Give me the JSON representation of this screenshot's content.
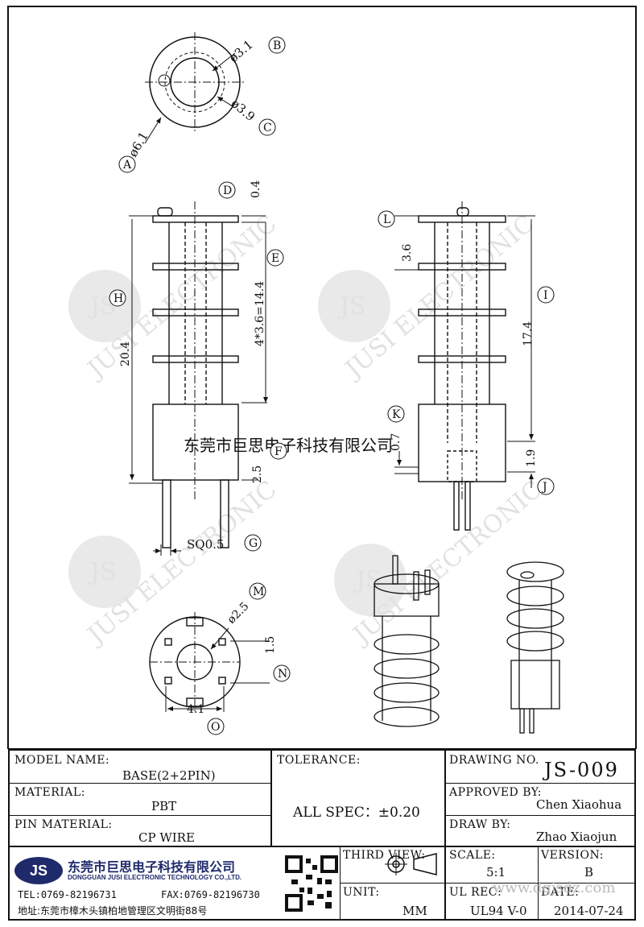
{
  "drawing": {
    "labels": {
      "A": "A",
      "B": "B",
      "C": "C",
      "D": "D",
      "E": "E",
      "F": "F",
      "G": "G",
      "H": "H",
      "I": "I",
      "J": "J",
      "K": "K",
      "L": "L",
      "M": "M",
      "N": "N",
      "O": "O"
    },
    "dims": {
      "d_a": "ø6.1",
      "d_b": "ø3.1",
      "d_c": "ø3.9",
      "d_d": "0.4",
      "d_e": "4*3.6=14.4",
      "d_f": "2.5",
      "d_g": "SQ0.5",
      "d_h": "20.4",
      "d_i": "17.4",
      "d_j": "1.9",
      "d_k": "0.7",
      "d_l": "3.6",
      "d_m": "ø2.5",
      "d_n": "1.5",
      "d_o": "4.1"
    },
    "watermark_brand": "JS",
    "watermark_text": "JUSI ELECTRONIC",
    "watermark_cn": "东莞市巨思电子科技有限公司"
  },
  "title_block": {
    "model_name_label": "MODEL NAME:",
    "model_name": "BASE(2+2PIN)",
    "material_label": "MATERIAL:",
    "material": "PBT",
    "pin_material_label": "PIN MATERIAL:",
    "pin_material": "CP WIRE",
    "tolerance_label": "TOLERANCE:",
    "tolerance": "ALL SPEC：±0.20",
    "drawing_no_label": "DRAWING NO.",
    "drawing_no": "JS-009",
    "approved_by_label": "APPROVED BY:",
    "approved_by": "Chen Xiaohua",
    "draw_by_label": "DRAW BY:",
    "draw_by": "Zhao Xiaojun",
    "third_view_label": "THIRD VIEW:",
    "unit_label": "UNIT:",
    "unit": "MM",
    "scale_label": "SCALE:",
    "scale": "5:1",
    "version_label": "VERSION:",
    "version": "B",
    "ul_rec_label": "UL REC:",
    "ul_rec": "UL94 V-0",
    "date_label": "DATE:",
    "date": "2014-07-24",
    "website": "www.dgjsdz.com",
    "company_logo": "JS",
    "company_cn": "东莞市巨思电子科技有限公司",
    "company_en": "DONGGUAN JUSI ELECTRONIC TECHNOLOGY CO.,LTD.",
    "tel": "TEL:0769-82196731",
    "fax": "FAX:0769-82196730",
    "address": "地址:东莞市樟木头镇柏地管理区文明街88号"
  }
}
